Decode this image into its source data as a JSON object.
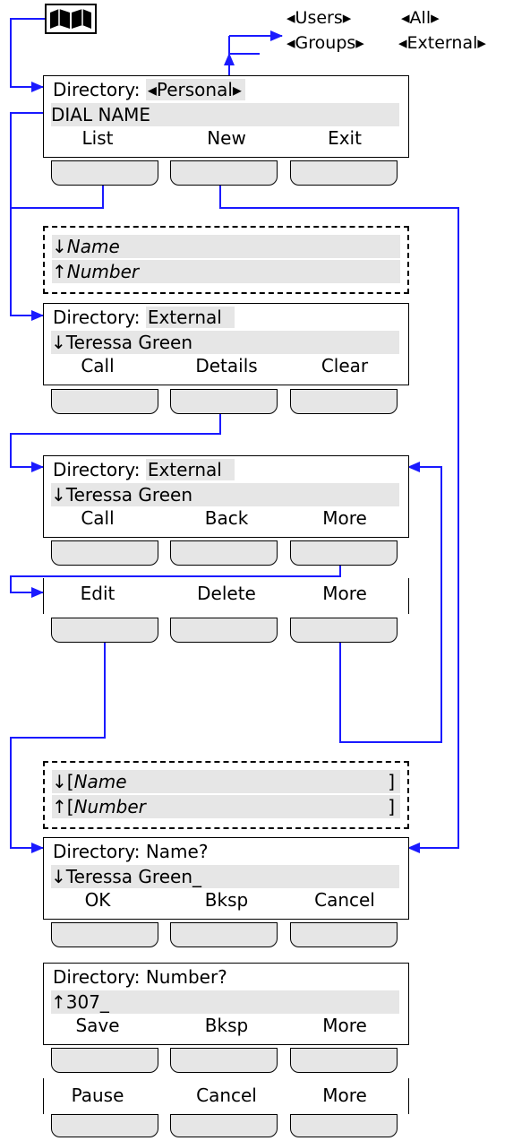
{
  "options": {
    "users": "◂Users▸",
    "all": "◂All▸",
    "groups": "◂Groups▸",
    "external": "◂External▸"
  },
  "screen1": {
    "title_prefix": "Directory:",
    "title_value": "◂Personal▸",
    "line2": "DIAL NAME",
    "soft": [
      "List",
      "New",
      "Exit"
    ]
  },
  "search_hint": {
    "name": "↓Name",
    "number": "↑Number"
  },
  "screen2": {
    "title_prefix": "Directory:",
    "title_value": "External",
    "line2": "↓Teressa Green",
    "soft": [
      "Call",
      "Details",
      "Clear"
    ]
  },
  "screen3": {
    "title_prefix": "Directory:",
    "title_value": "External",
    "line2": "↓Teressa Green",
    "soft": [
      "Call",
      "Back",
      "More"
    ],
    "soft_more": [
      "Edit",
      "Delete",
      "More"
    ]
  },
  "edit_hint": {
    "name_open": "↓[",
    "name": "Name",
    "number_open": "↑[",
    "number": "Number",
    "close": "]"
  },
  "screen4": {
    "title": "Directory: Name?",
    "line2": "↓Teressa Green_",
    "soft": [
      "OK",
      "Bksp",
      "Cancel"
    ]
  },
  "screen5": {
    "title": "Directory: Number?",
    "line2": "↑307_",
    "soft": [
      "Save",
      "Bksp",
      "More"
    ],
    "soft_more": [
      "Pause",
      "Cancel",
      "More"
    ]
  },
  "colors": {
    "connector": "#1a1aff",
    "highlight": "#e6e6e6"
  },
  "icons": {
    "directory_key": "open-book-icon"
  }
}
